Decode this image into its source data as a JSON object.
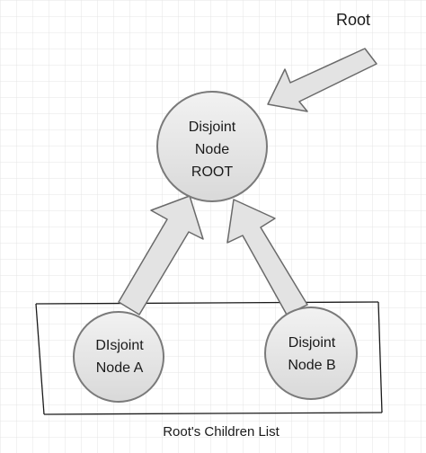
{
  "labels": {
    "root_pointer": "Root",
    "list_caption": "Root's Children List"
  },
  "nodes": {
    "root": {
      "lines": [
        "Disjoint",
        "Node",
        "ROOT"
      ]
    },
    "a": {
      "lines": [
        "DIsjoint",
        "Node A"
      ]
    },
    "b": {
      "lines": [
        "Disjoint",
        "Node B"
      ]
    }
  },
  "colors": {
    "node_fill": "#e6e6e6",
    "node_stroke": "#7a7a7a",
    "arrow_fill": "#e3e3e3",
    "arrow_stroke": "#6a6a6a",
    "grid": "#e4e4e4",
    "box_stroke": "#1a1a1a"
  }
}
